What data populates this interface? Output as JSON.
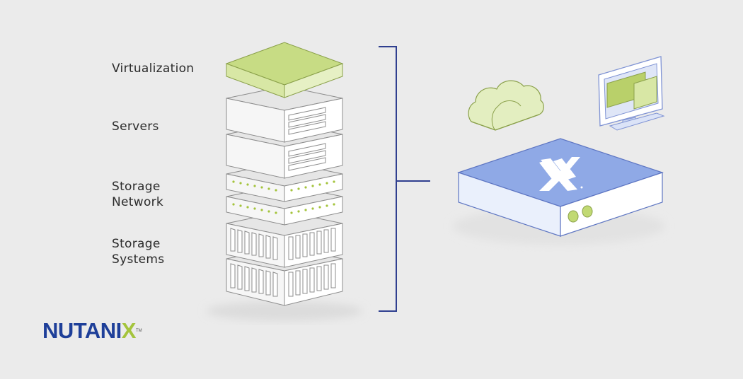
{
  "labels": {
    "virtualization": "Virtualization",
    "servers": "Servers",
    "storage_network": [
      "Storage",
      "Network"
    ],
    "storage_systems": [
      "Storage",
      "Systems"
    ]
  },
  "logo": {
    "text": "NUTANI",
    "x_letter": "X",
    "tm": "TM"
  },
  "colors": {
    "background": "#ebebeb",
    "accent_green": "#c7dc84",
    "accent_blue": "#8fa9e6",
    "brand_blue": "#1e3f99",
    "brand_green": "#a4c43c",
    "outline": "#8c8c8c",
    "bracket": "#2f3f8f"
  },
  "icons": {
    "cloud": "cloud-icon",
    "monitor": "monitor-icon",
    "appliance": "nutanix-appliance-icon"
  }
}
